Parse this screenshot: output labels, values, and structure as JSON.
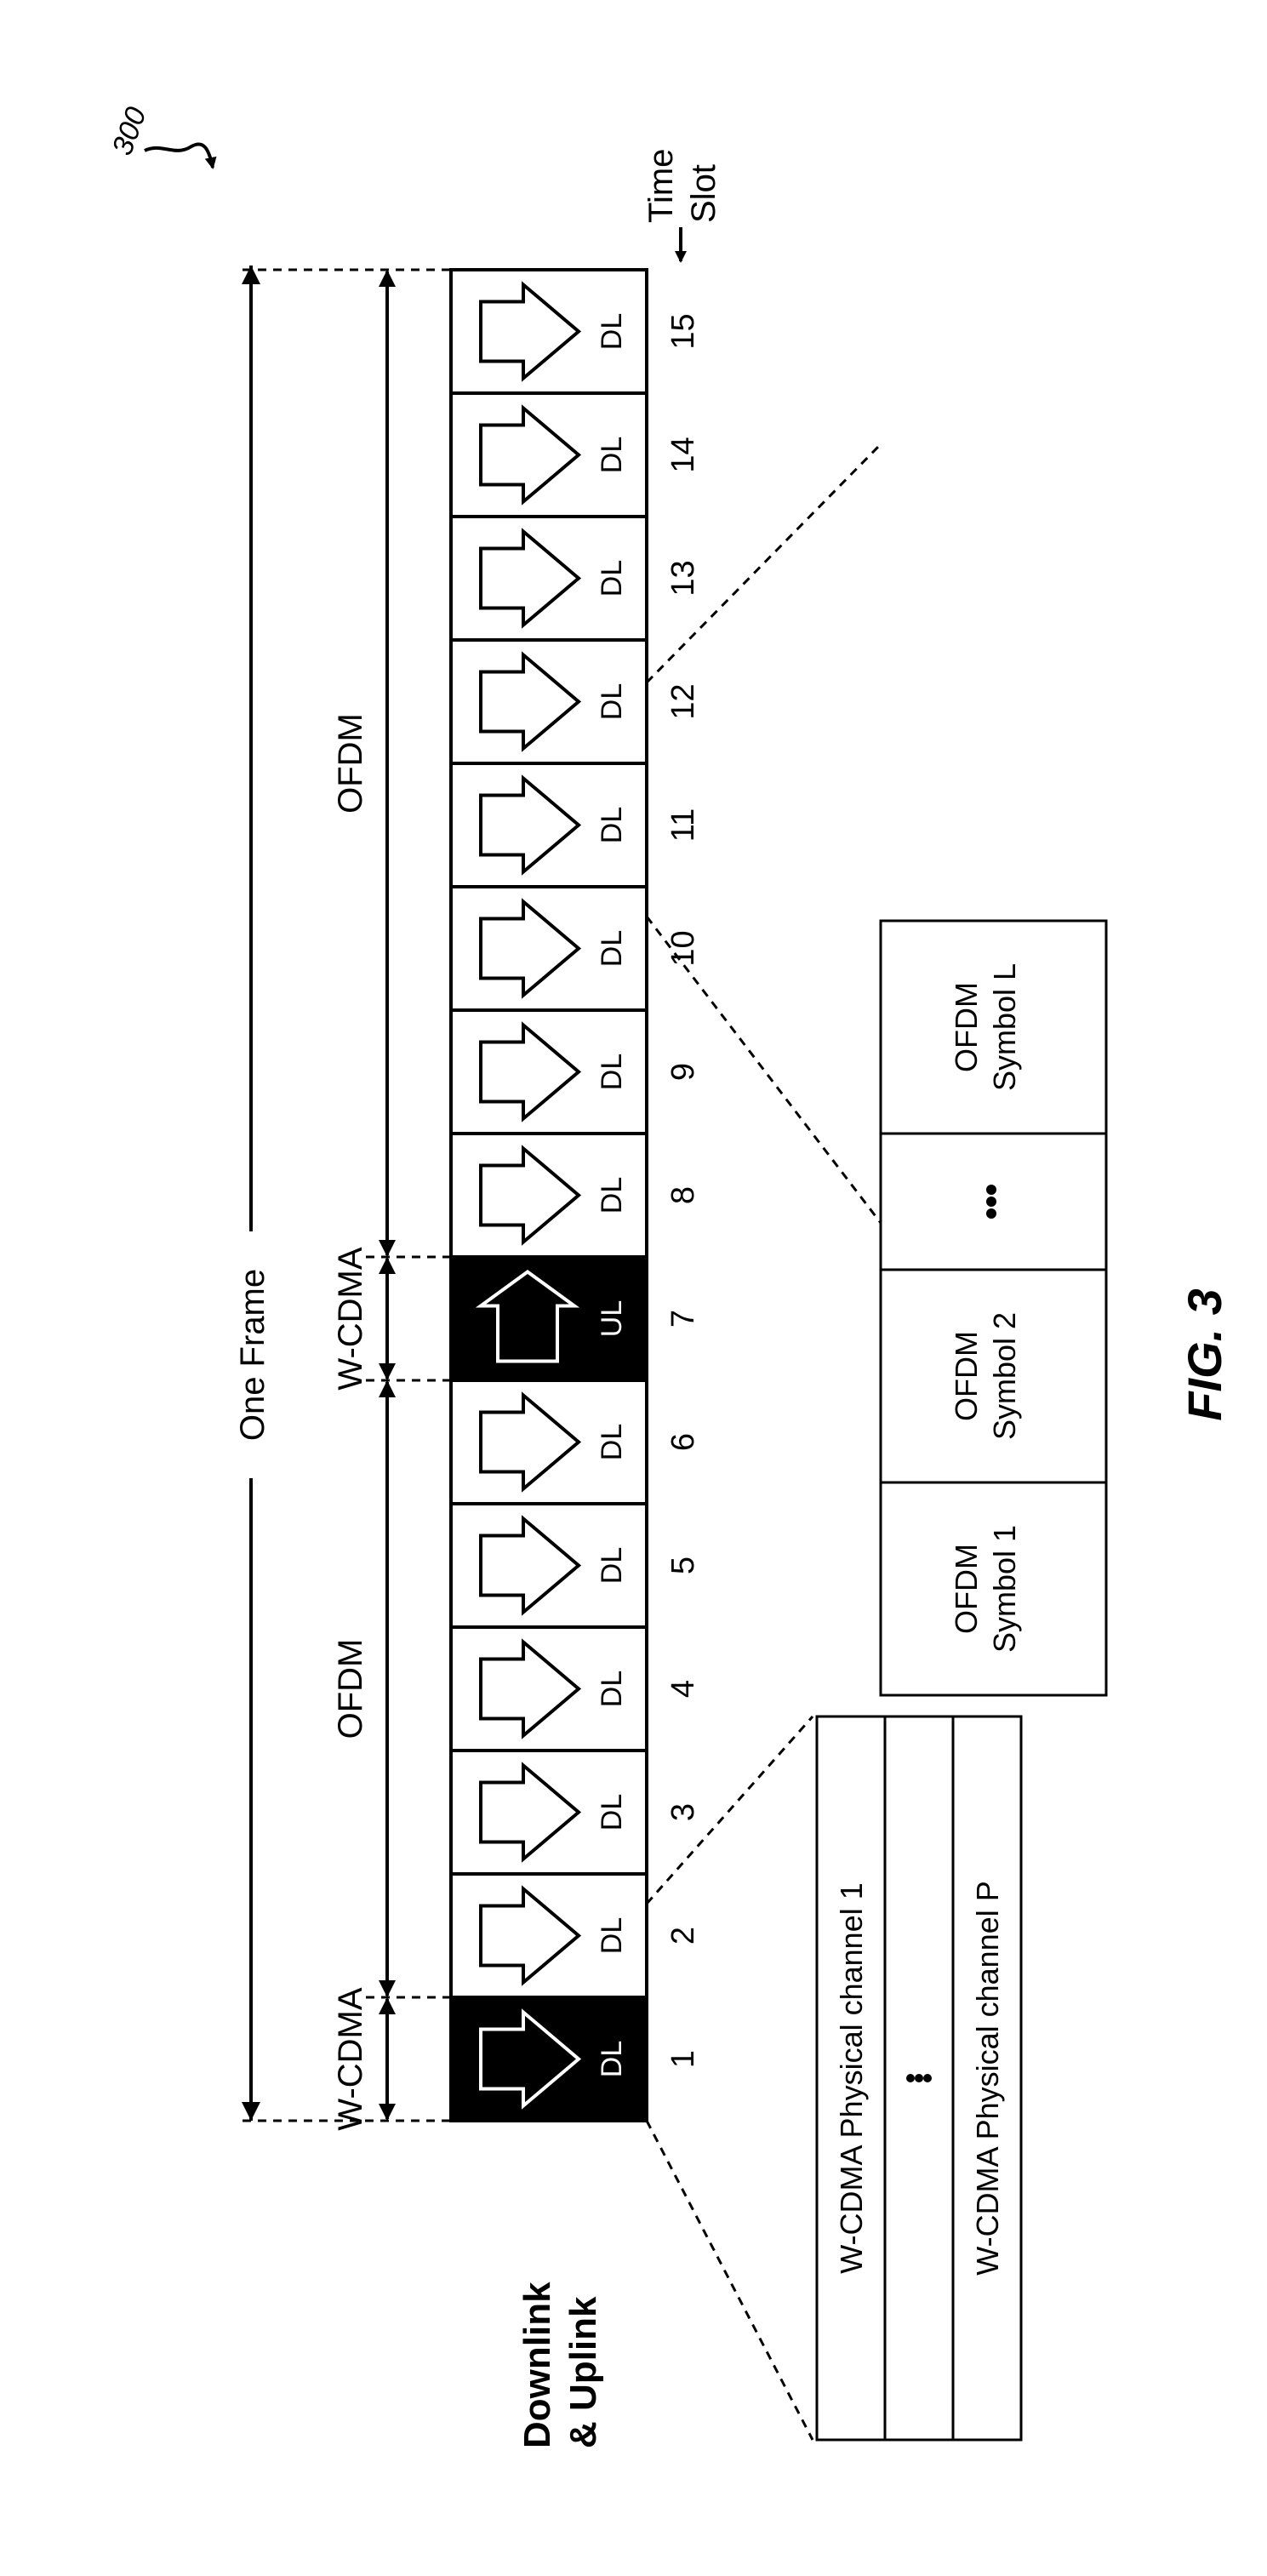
{
  "figure": {
    "ref_number": "300",
    "caption": "FIG. 3",
    "title_line1": "Downlink",
    "title_line2": "& Uplink",
    "time_slot_line1": "Time",
    "time_slot_line2": "Slot",
    "one_frame_label": "One Frame",
    "segments": [
      {
        "label": "W-CDMA"
      },
      {
        "label": "OFDM"
      },
      {
        "label": "W-CDMA"
      },
      {
        "label": "OFDM"
      }
    ],
    "slots": [
      {
        "number": "1",
        "dir": "DL",
        "type": "wcdma"
      },
      {
        "number": "2",
        "dir": "DL",
        "type": "ofdm"
      },
      {
        "number": "3",
        "dir": "DL",
        "type": "ofdm"
      },
      {
        "number": "4",
        "dir": "DL",
        "type": "ofdm"
      },
      {
        "number": "5",
        "dir": "DL",
        "type": "ofdm"
      },
      {
        "number": "6",
        "dir": "DL",
        "type": "ofdm"
      },
      {
        "number": "7",
        "dir": "UL",
        "type": "wcdma"
      },
      {
        "number": "8",
        "dir": "DL",
        "type": "ofdm"
      },
      {
        "number": "9",
        "dir": "DL",
        "type": "ofdm"
      },
      {
        "number": "10",
        "dir": "DL",
        "type": "ofdm"
      },
      {
        "number": "11",
        "dir": "DL",
        "type": "ofdm"
      },
      {
        "number": "12",
        "dir": "DL",
        "type": "ofdm"
      },
      {
        "number": "13",
        "dir": "DL",
        "type": "ofdm"
      },
      {
        "number": "14",
        "dir": "DL",
        "type": "ofdm"
      },
      {
        "number": "15",
        "dir": "DL",
        "type": "ofdm"
      }
    ],
    "wcdma_detail": {
      "row1": "W-CDMA Physical channel 1",
      "row3": "W-CDMA Physical channel P"
    },
    "ofdm_detail": {
      "cells": [
        {
          "line1": "OFDM",
          "line2": "Symbol 1"
        },
        {
          "line1": "OFDM",
          "line2": "Symbol 2"
        },
        {
          "line1": "",
          "line2": ""
        },
        {
          "line1": "OFDM",
          "line2": "Symbol L"
        }
      ]
    }
  }
}
